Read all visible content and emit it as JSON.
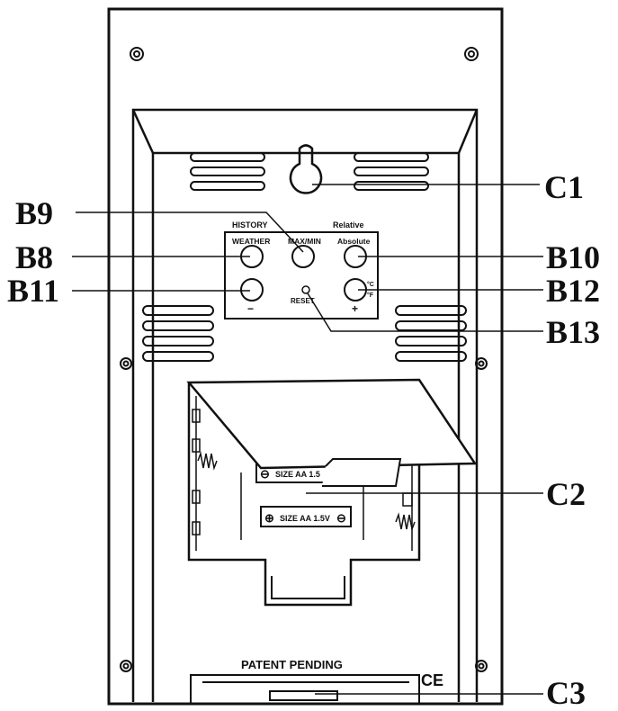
{
  "callouts": {
    "c1": "C1",
    "b9": "B9",
    "b8": "B8",
    "b10": "B10",
    "b11": "B11",
    "b12": "B12",
    "b13": "B13",
    "c2": "C2",
    "c3": "C3"
  },
  "panel": {
    "history": "HISTORY",
    "relative": "Relative",
    "weather": "WEATHER",
    "maxmin": "MAX/MIN",
    "absolute": "Absolute",
    "reset": "RESET",
    "minus": "−",
    "plus": "+",
    "deg_c": "°C",
    "deg_f": "°F"
  },
  "battery": {
    "top_label": "SIZE AA 1.5",
    "bottom_label": "SIZE AA 1.5V",
    "minus_sym": "⊖",
    "plus_sym": "⊕"
  },
  "bottom": {
    "patent": "PATENT PENDING",
    "ce": "CE"
  }
}
